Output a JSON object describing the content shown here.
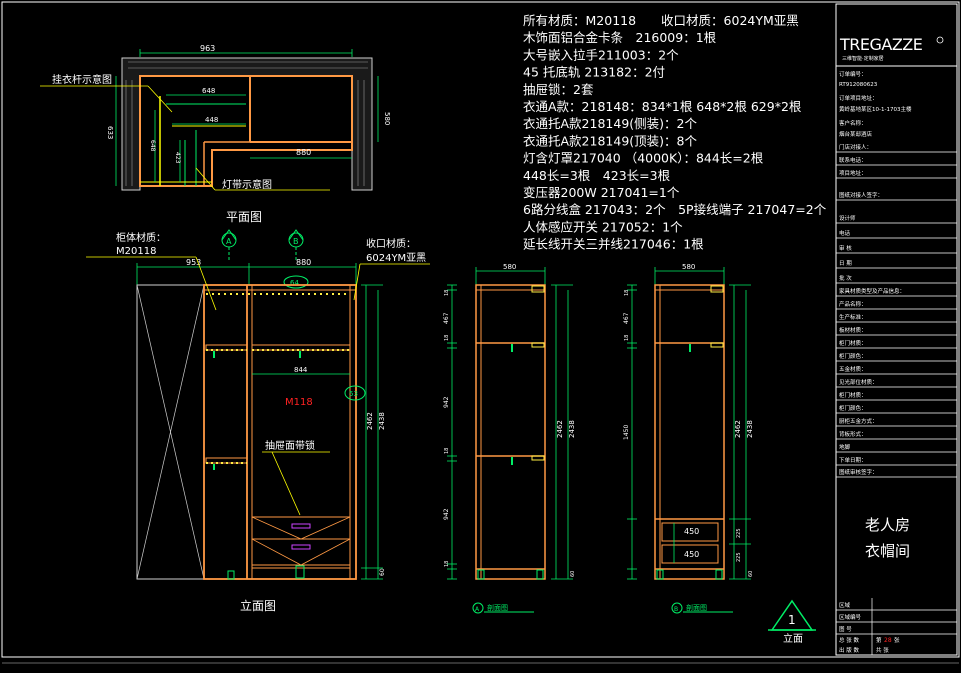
{
  "colors": {
    "background": "#000000",
    "text": "#ffffff",
    "cabinet": "#ff9944",
    "dimension": "#00ee66",
    "accent_red": "#ff2222",
    "leader": "#ffff00",
    "shelf_light": "#ffee44",
    "drawer_handle": "#cc44ff",
    "frame": "#ffffff",
    "hatch": "#cfcfcf"
  },
  "material_notes": [
    "所有材质：M20118　　收口材质：6024YM亚黑",
    "木饰面铝合金卡条　216009：1根",
    "大号嵌入拉手211003：2个",
    "45 托底轨 213182：2付",
    "抽屉锁：2套",
    "衣通A款：218148：834*1根 648*2根 629*2根",
    "衣通托A款218149(侧装)：2个",
    "衣通托A款218149(顶装)：8个",
    "灯含灯罩217040 （4000K）：844长=2根",
    "448长=3根　423长=3根",
    "变压器200W 217041=1个",
    "6路分线盒 217043：2个　5P接线端子 217047=2个",
    "人体感应开关 217052：1个",
    "延长线开关三并线217046：1根"
  ],
  "plan": {
    "title": "平面图",
    "label_rod": "挂衣杆示意图",
    "label_light": "灯带示意图",
    "dims": {
      "width_total": "963",
      "inner_left": "648",
      "inner_mid": "448",
      "inner_right": "880",
      "depth_right": "580",
      "depth_left": "633",
      "small": "423",
      "v2": "648"
    }
  },
  "elevation": {
    "title": "立面图",
    "label_body": "柜体材质：",
    "label_body_code": "M20118",
    "label_edge": "收口材质：",
    "label_edge_code": "6024YM亚黑",
    "label_drawer": "抽屉面带锁",
    "center_code": "M118",
    "dims": {
      "left": "953",
      "right": "880",
      "rod": "844",
      "h1": "2462",
      "h2": "2438",
      "foot": "60",
      "bubble_top": "64",
      "bubble_right": "53"
    },
    "marker_a": "A",
    "marker_b": "B"
  },
  "section_a": {
    "title": "剖面图",
    "marker": "A",
    "dims": {
      "width": "580",
      "h1": "2462",
      "h2": "2438",
      "s1": "467",
      "s2": "942",
      "s3": "942",
      "s4": "18",
      "s5": "18",
      "s6": "18",
      "s7": "60",
      "s8": "18"
    }
  },
  "section_b": {
    "title": "剖面图",
    "marker": "B",
    "dims": {
      "width": "580",
      "h1": "2462",
      "h2": "2438",
      "s1": "467",
      "s2": "1450",
      "s3": "18",
      "s4": "18",
      "s5": "225",
      "s6": "225",
      "s7": "60",
      "d1": "450",
      "d2": "450"
    }
  },
  "title_block": {
    "brand": "TREGAZZE",
    "brand_sub": "三维智能·定制家居",
    "order_no_label": "订单编号：",
    "order_no": "RT912080623",
    "project_label": "订单项目地址：",
    "project": "黄岭基地某区10-1-1703主楼",
    "customer_label": "客户名称：",
    "customer": "烟台某邸酒店",
    "rows_top": [
      "门店对接人：",
      "联系电话：",
      "项目地址：",
      "图纸对接人签字："
    ],
    "rows_mid": [
      "设计师",
      "电话",
      "审 核",
      "日 期",
      "批 次"
    ],
    "rows_mat": [
      "家具材质类型及产品信息：",
      "产品名称：",
      "生产标准：",
      "板材材质：",
      "柜门材质：",
      "柜门颜色：",
      "五金材质：",
      "见光部位材质：",
      "柜门材质：",
      "柜门颜色：",
      "厨柜五金方式：",
      "背板形式：",
      "地脚",
      "下单日期："
    ],
    "rows_sig": "图纸审核签字：",
    "room_name": "老人房",
    "room_sub": "衣帽间",
    "rows_bottom": [
      "区域",
      "区域编号",
      "图 号"
    ],
    "page_label_pre": "第",
    "page_no": "28",
    "page_label_post": "张",
    "page_total_label": "共 张",
    "sheet_marker_no": "1",
    "sheet_marker_label": "立面",
    "last_rows": [
      "总 张 数",
      "出 版 数"
    ]
  }
}
